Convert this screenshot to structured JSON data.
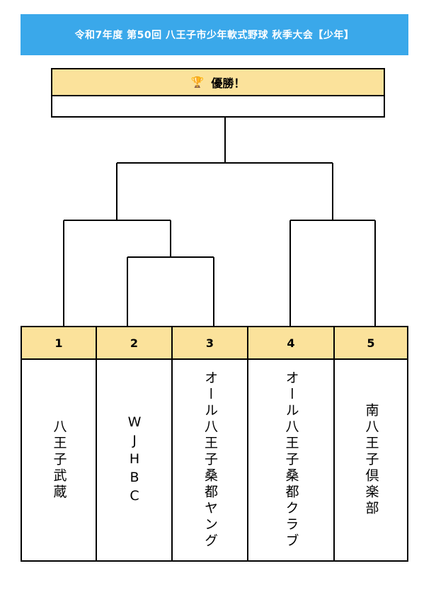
{
  "header": {
    "title": "令和7年度 第50回 八王子市少年軟式野球 秋季大会【少年】"
  },
  "winner": {
    "icon": "trophy-icon",
    "label": "優勝！",
    "value": ""
  },
  "teams": [
    {
      "seed": "1",
      "name": "八王子武蔵"
    },
    {
      "seed": "2",
      "name": "WJHBC"
    },
    {
      "seed": "3",
      "name": "オール八王子桑都ヤング"
    },
    {
      "seed": "4",
      "name": "オール八王子桑都クラブ"
    },
    {
      "seed": "5",
      "name": "南八王子倶楽部"
    }
  ],
  "colors": {
    "title_bg": "#3aa8ea",
    "header_fill": "#fbe29b",
    "line": "#000000"
  }
}
